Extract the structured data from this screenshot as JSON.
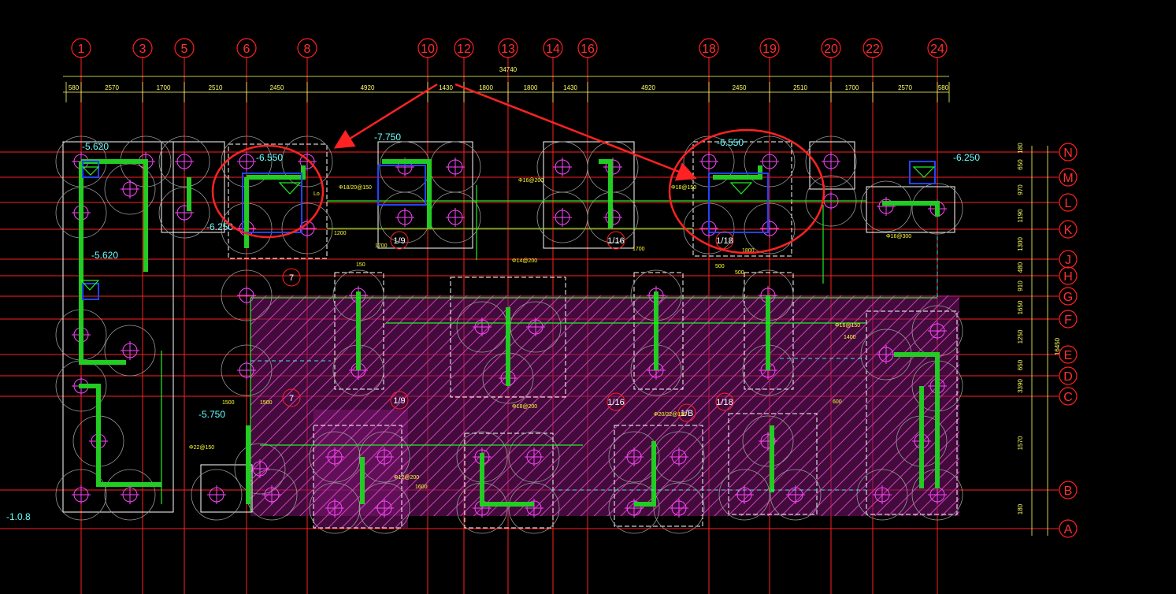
{
  "drawing": {
    "background": "#000000",
    "colors": {
      "grid": "#ff2020",
      "bubble": "#ff2020",
      "dimension": "#ffff66",
      "wall": "#22cc22",
      "pile": "#c8c8c8",
      "pile_cross": "#ff44ff",
      "cap_outline": "#ffffff",
      "hatch": "#cc33aa",
      "elevation": "#66ffff",
      "annotation": "#ffff33",
      "highlight": "#ff2222",
      "pipe": "#2233ff"
    },
    "vertical_axes": [
      "1",
      "3",
      "5",
      "6",
      "8",
      "10",
      "12",
      "13",
      "14",
      "16",
      "18",
      "19",
      "20",
      "22",
      "24"
    ],
    "horizontal_axes": [
      "N",
      "M",
      "L",
      "K",
      "J",
      "H",
      "G",
      "F",
      "E",
      "D",
      "C",
      "B",
      "A"
    ],
    "overall_dimension": "34740",
    "dimensions_top": [
      "580",
      "2570",
      "1700",
      "2510",
      "2450",
      "4920",
      "1430",
      "1800",
      "1800",
      "1430",
      "4920",
      "2450",
      "2510",
      "1700",
      "2570",
      "580"
    ],
    "dimensions_right": [
      "180",
      "650",
      "970",
      "1190",
      "1300",
      "480",
      "910",
      "1650",
      "1250",
      "650",
      "3390",
      "1570",
      "180"
    ],
    "right_total": "16450",
    "elevations": [
      "-5.620",
      "-6.550",
      "-7.750",
      "-6.550",
      "-6.250",
      "-5.620",
      "-6.250",
      "-5.750",
      "-1.0.8"
    ],
    "sub_axes": [
      "1/9",
      "7",
      "7",
      "1/9",
      "1/16",
      "1/16",
      "1/18",
      "1/18",
      "1/B"
    ],
    "annotations": [
      "Lo",
      "1200",
      "1700",
      "1700",
      "1800",
      "1500",
      "1500",
      "1600",
      "600",
      "1400",
      "150",
      "500",
      "500"
    ],
    "rebar_labels": [
      "Φ18/20@150",
      "Φ16@200",
      "Φ18@150",
      "Φ14@200",
      "Φ16@150",
      "Φ20/22@150",
      "Φ18@200",
      "Φ16@300",
      "Φ22@150",
      "Φ12@200"
    ]
  }
}
